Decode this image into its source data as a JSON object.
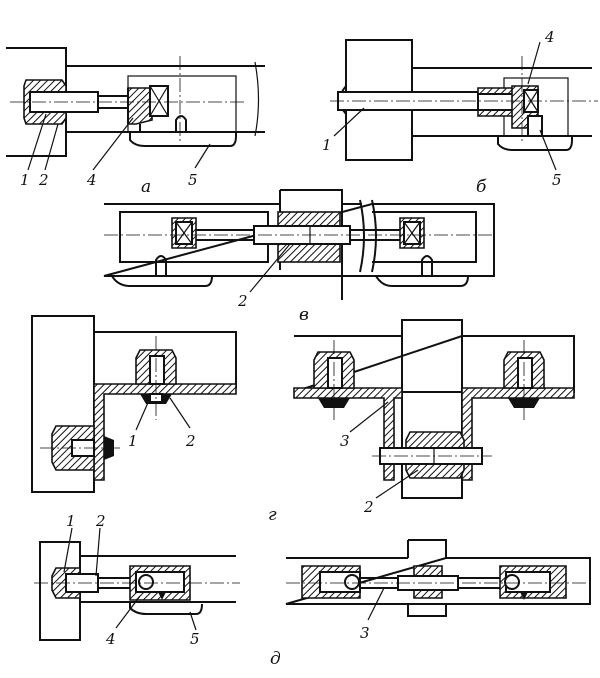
{
  "views": {
    "a": {
      "caption": "а",
      "labels": [
        "1",
        "2",
        "4",
        "5"
      ]
    },
    "b": {
      "caption": "б",
      "labels": [
        "4",
        "1",
        "5"
      ]
    },
    "v": {
      "caption": "в",
      "labels": [
        "2"
      ]
    },
    "g": {
      "caption": "г",
      "labels": [
        "1",
        "2",
        "3",
        "2"
      ]
    },
    "d": {
      "caption": "д",
      "labels": [
        "1",
        "2",
        "4",
        "5",
        "3"
      ]
    }
  }
}
